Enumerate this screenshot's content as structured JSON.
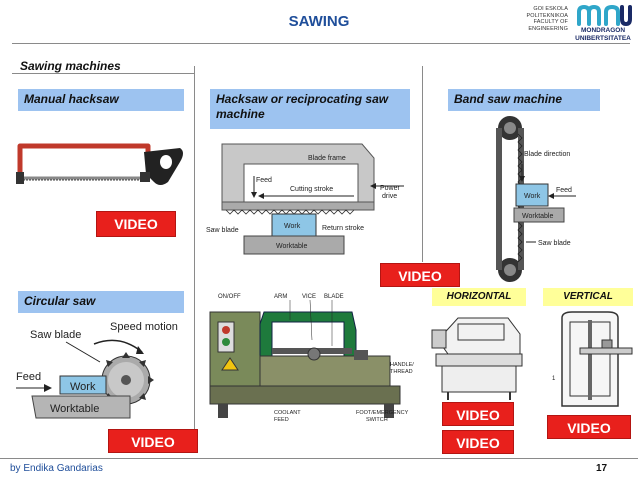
{
  "header": {
    "title": "SAWING",
    "uni_lines": [
      "GOI ESKOLA",
      "POLITEKNIKOA",
      "FACULTY OF",
      "ENGINEERING"
    ],
    "logo_lines": [
      "MONDRAGON",
      "UNIBERTSITATEA"
    ]
  },
  "subtitle": "Sawing machines",
  "sections": {
    "manual": {
      "label": "Manual hacksaw",
      "video": "VIDEO"
    },
    "hacksaw": {
      "label": "Hacksaw or reciprocating saw machine",
      "video": "VIDEO",
      "diagram": {
        "blade_frame": "Blade frame",
        "feed": "Feed",
        "cutting_stroke": "Cutting stroke",
        "power_drive": [
          "Power",
          "drive"
        ],
        "saw_blade": "Saw blade",
        "work": "Work",
        "return_stroke": "Return stroke",
        "worktable": "Worktable"
      },
      "machine_labels": {
        "on_off": "ON/OFF",
        "arm": "ARM",
        "vice": "VICE",
        "blade": "BLADE",
        "handle": [
          "HANDLE/",
          "THREAD"
        ],
        "coolant": [
          "COOLANT",
          "FEED"
        ],
        "foot": [
          "FOOT/EMERGENCY",
          "SWITCH"
        ]
      }
    },
    "band": {
      "label": "Band saw machine",
      "diagram": {
        "blade_direction": "Blade direction",
        "feed": "Feed",
        "work": "Work",
        "worktable": "Worktable",
        "saw_blade": "Saw blade"
      },
      "horizontal": {
        "label": "HORIZONTAL",
        "videos": [
          "VIDEO",
          "VIDEO"
        ]
      },
      "vertical": {
        "label": "VERTICAL",
        "video": "VIDEO"
      }
    },
    "circular": {
      "label": "Circular saw",
      "video": "VIDEO",
      "diagram": {
        "saw_blade": "Saw blade",
        "speed_motion": "Speed motion",
        "feed": "Feed",
        "work": "Work",
        "worktable": "Worktable"
      }
    }
  },
  "footer": {
    "author": "by Endika Gandarias",
    "page": "17"
  },
  "colors": {
    "blue_header": "#9dc3f0",
    "yellow_header": "#ffff99",
    "video_red": "#e8201c",
    "title_blue": "#1f4e9a"
  }
}
